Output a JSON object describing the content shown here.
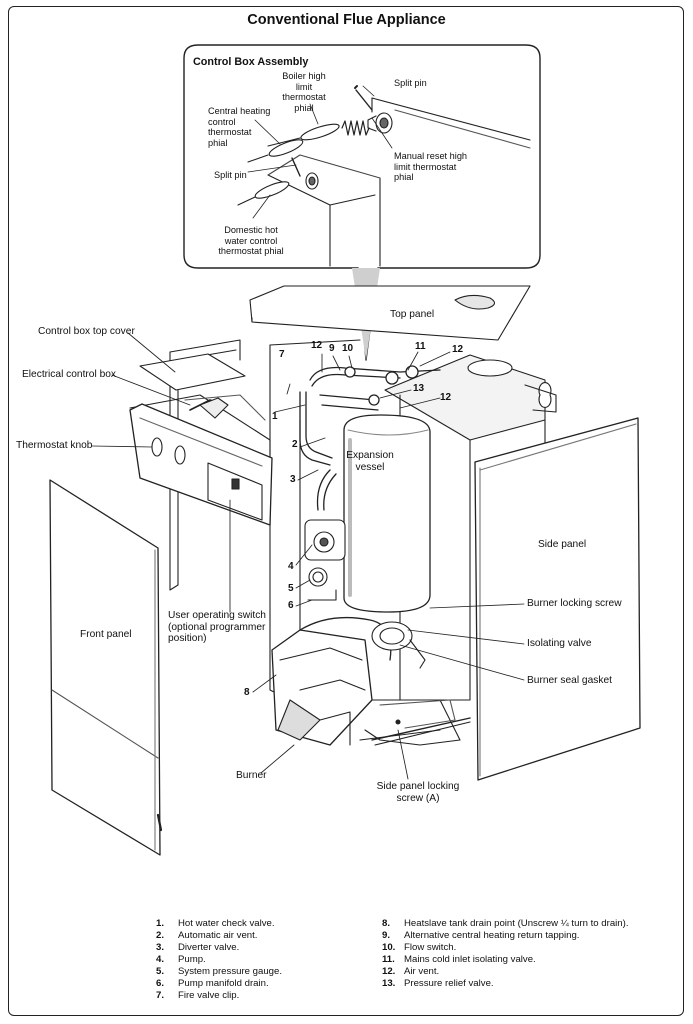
{
  "title": "Conventional Flue Appliance",
  "inset": {
    "title": "Control Box Assembly",
    "labels": {
      "boiler_high_limit": [
        "Boiler high",
        "limit",
        "thermostat",
        "phial"
      ],
      "split_pin_top": "Split pin",
      "central_heating": [
        "Central heating",
        "control",
        "thermostat",
        "phial"
      ],
      "split_pin_left": "Split pin",
      "manual_reset": [
        "Manual reset high",
        "limit thermostat",
        "phial"
      ],
      "domestic_hot_water": [
        "Domestic hot",
        "water control",
        "thermostat phial"
      ]
    }
  },
  "labels": {
    "control_box_top_cover": "Control box top cover",
    "electrical_control_box": "Electrical control box",
    "thermostat_knob": "Thermostat knob",
    "top_panel": "Top panel",
    "expansion_vessel": [
      "Expansion",
      "vessel"
    ],
    "side_panel": "Side panel",
    "front_panel": "Front panel",
    "user_switch": [
      "User operating switch",
      "(optional programmer",
      "position)"
    ],
    "burner_locking_screw": "Burner locking screw",
    "isolating_valve": "Isolating valve",
    "burner_seal_gasket": "Burner seal gasket",
    "burner": "Burner",
    "side_panel_locking_screw": [
      "Side panel locking",
      "screw (A)"
    ]
  },
  "callouts": {
    "n1": "1",
    "n2": "2",
    "n3": "3",
    "n4": "4",
    "n5": "5",
    "n6": "6",
    "n7": "7",
    "n8": "8",
    "n9": "9",
    "n10": "10",
    "n11": "11",
    "n12a": "12",
    "n12b": "12",
    "n12c": "12",
    "n13": "13"
  },
  "legend_left": [
    {
      "num": "1.",
      "text": "Hot water check valve."
    },
    {
      "num": "2.",
      "text": "Automatic air vent."
    },
    {
      "num": "3.",
      "text": "Diverter valve."
    },
    {
      "num": "4.",
      "text": "Pump."
    },
    {
      "num": "5.",
      "text": "System pressure gauge."
    },
    {
      "num": "6.",
      "text": "Pump manifold drain."
    },
    {
      "num": "7.",
      "text": "Fire valve clip."
    }
  ],
  "legend_right": [
    {
      "num": "8.",
      "text": "Heatslave tank drain point (Unscrew ¼ turn to drain)."
    },
    {
      "num": "9.",
      "text": "Alternative central heating return tapping."
    },
    {
      "num": "10.",
      "text": "Flow switch."
    },
    {
      "num": "11.",
      "text": "Mains cold inlet isolating valve."
    },
    {
      "num": "12.",
      "text": "Air vent."
    },
    {
      "num": "13.",
      "text": "Pressure relief valve."
    }
  ]
}
